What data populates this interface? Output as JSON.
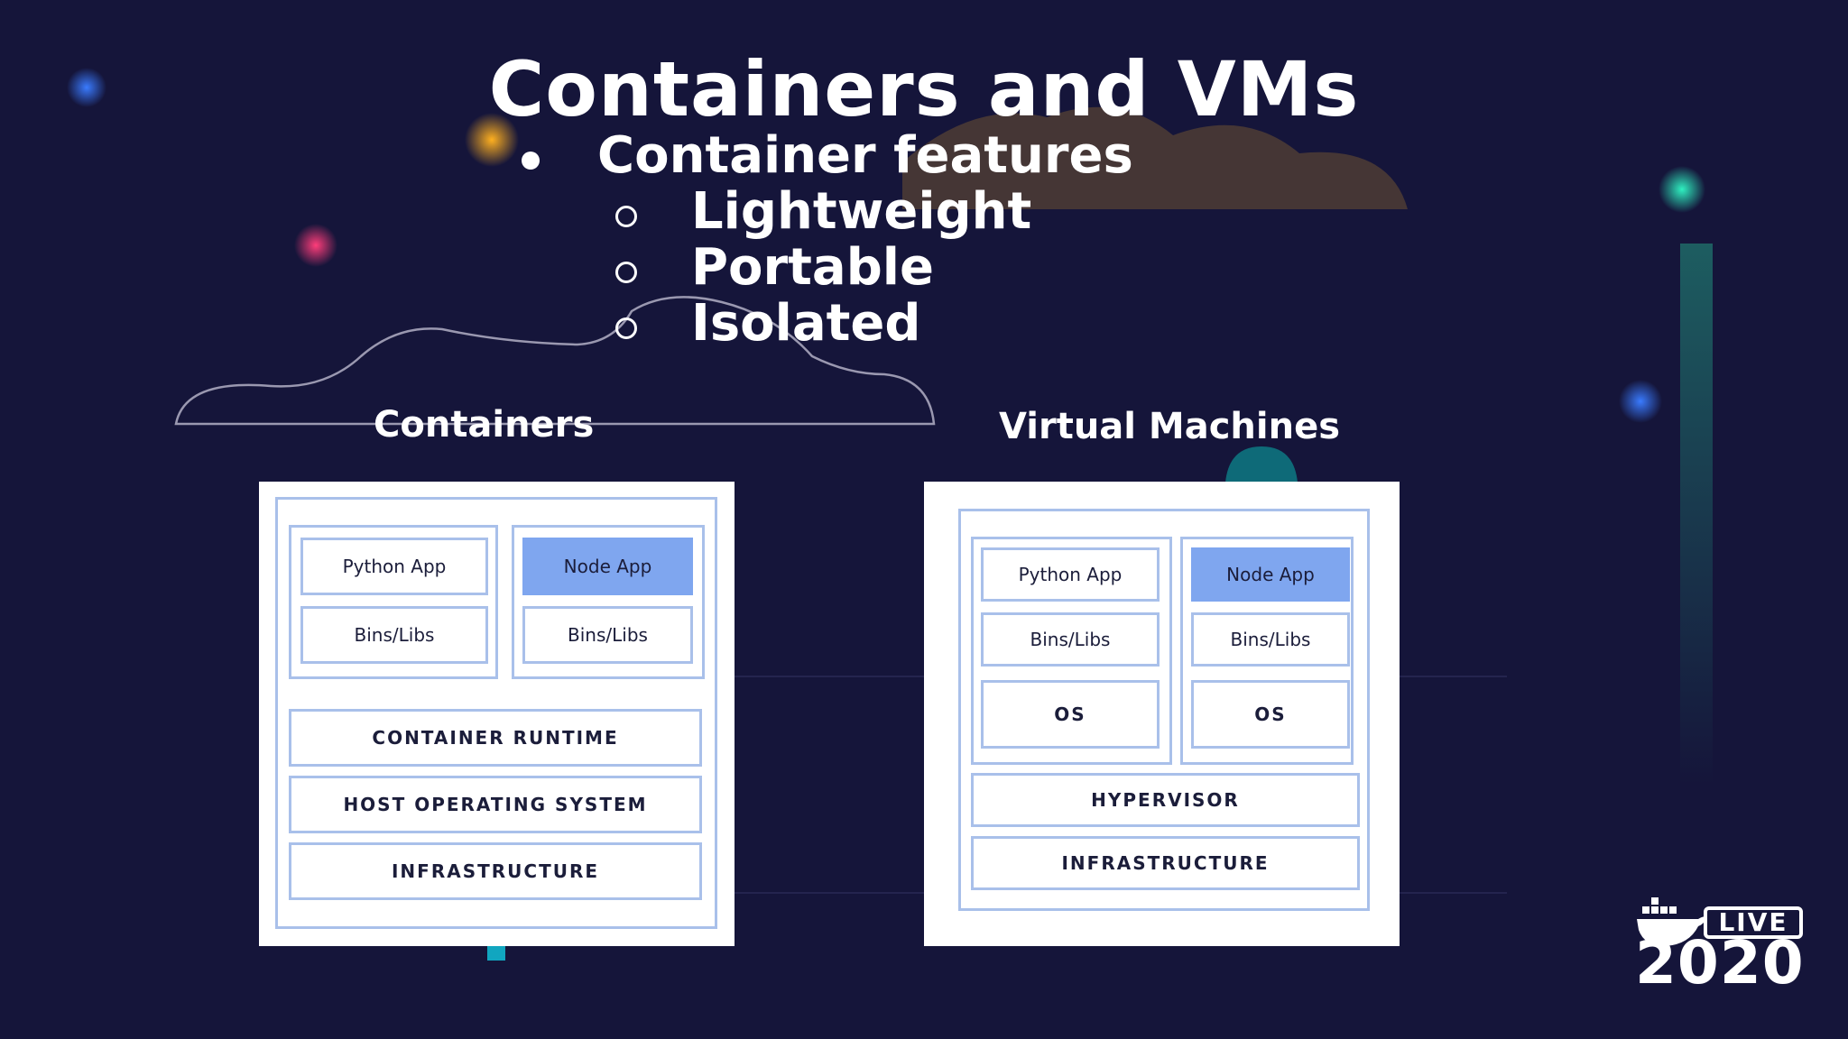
{
  "slide": {
    "title": "Containers and VMs",
    "bullet_main": "Container features",
    "sub_bullets": [
      "Lightweight",
      "Portable",
      "Isolated"
    ]
  },
  "containers": {
    "label": "Containers",
    "python_app": "Python App",
    "node_app": "Node App",
    "bins_libs_1": "Bins/Libs",
    "bins_libs_2": "Bins/Libs",
    "container_runtime": "CONTAINER RUNTIME",
    "host_os": "HOST OPERATING SYSTEM",
    "infrastructure": "INFRASTRUCTURE"
  },
  "vms": {
    "label": "Virtual Machines",
    "python_app": "Python App",
    "node_app": "Node App",
    "bins_libs_1": "Bins/Libs",
    "bins_libs_2": "Bins/Libs",
    "os_1": "OS",
    "os_2": "OS",
    "hypervisor": "HYPERVISOR",
    "infrastructure": "INFRASTRUCTURE"
  },
  "logo": {
    "badge": "LIVE",
    "year": "2020"
  },
  "colors": {
    "background": "#15153a",
    "highlight_box": "#7fa6ef",
    "frame": "#a9c0ea"
  }
}
